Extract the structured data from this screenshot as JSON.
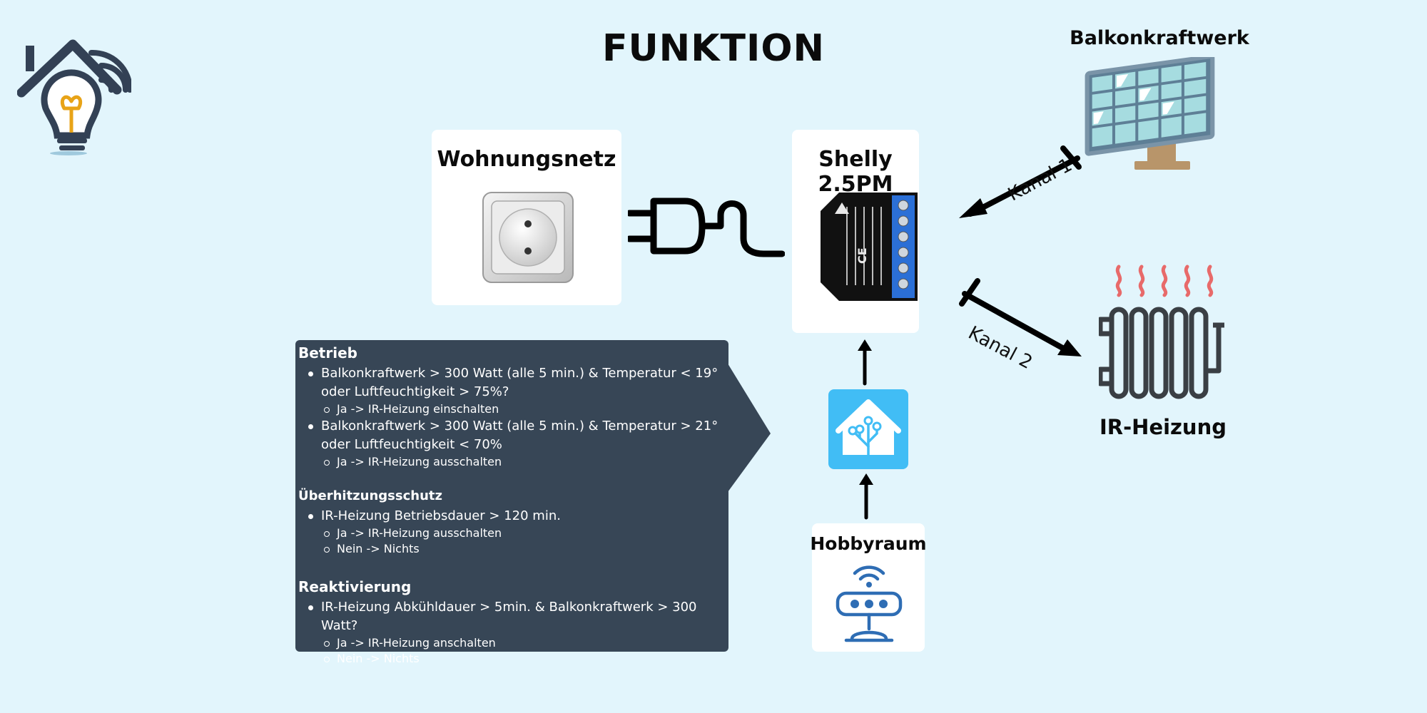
{
  "title": "FUNKTION",
  "logo": {
    "icon": "smart-home-bulb-logo-icon",
    "colors": {
      "house": "#334155",
      "filament": "#e8a317"
    }
  },
  "nodes": {
    "wohnungsnetz": {
      "label": "Wohnungsnetz",
      "icon": "power-socket-icon"
    },
    "shelly": {
      "label": "Shelly 2.5PM",
      "icon": "shelly-relay-icon"
    },
    "balkonkraftwerk": {
      "label": "Balkonkraftwerk",
      "icon": "solar-panel-icon"
    },
    "heizung": {
      "label": "IR-Heizung",
      "icon": "radiator-icon"
    },
    "homeassistant": {
      "icon": "home-assistant-icon",
      "color": "#41bdf5"
    },
    "hobbyraum": {
      "label": "Hobbyraum",
      "icon": "temperature-sensor-icon",
      "color": "#2e6db4"
    }
  },
  "connections": {
    "plug": {
      "icon": "plug-cable-icon"
    },
    "kanal1": "Kanal 1",
    "kanal2": "Kanal 2"
  },
  "rules": {
    "betrieb": {
      "heading": "Betrieb",
      "items": [
        {
          "text": "Balkonkraftwerk > 300 Watt (alle 5 min.) & Temperatur < 19° oder Luftfeuchtigkeit > 75%?",
          "sub": [
            "Ja -> IR-Heizung einschalten"
          ]
        },
        {
          "text": "Balkonkraftwerk > 300 Watt (alle 5 min.) & Temperatur > 21° oder Luftfeuchtigkeit < 70%",
          "sub": [
            "Ja -> IR-Heizung ausschalten"
          ]
        }
      ]
    },
    "ueberhitzung": {
      "heading": "Überhitzungsschutz",
      "items": [
        {
          "text": "IR-Heizung Betriebsdauer > 120 min.",
          "sub": [
            "Ja -> IR-Heizung ausschalten",
            "Nein -> Nichts"
          ]
        }
      ]
    },
    "reaktivierung": {
      "heading": "Reaktivierung",
      "items": [
        {
          "text": "IR-Heizung Abkühldauer > 5min. & Balkonkraftwerk > 300 Watt?",
          "sub": [
            "Ja -> IR-Heizung anschalten",
            "Nein -> Nichts"
          ]
        }
      ]
    }
  },
  "colors": {
    "background": "#e2f5fc",
    "panel": "#374656",
    "heat": "#e86a6a",
    "dark": "#3a3f44"
  }
}
